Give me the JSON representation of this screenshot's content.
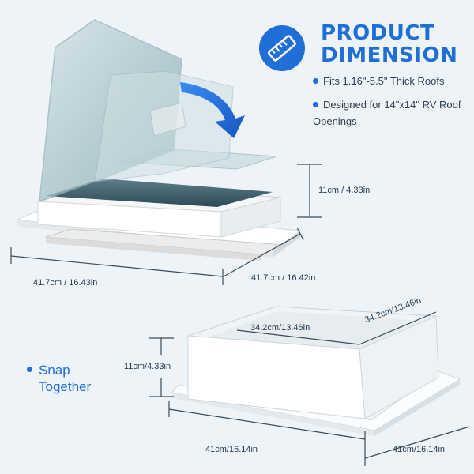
{
  "header": {
    "title_line1": "PRODUCT",
    "title_line2": "DIMENSION",
    "icon": "ruler-icon"
  },
  "features": [
    {
      "text": "Fits 1.16\"-5.5\" Thick Roofs"
    },
    {
      "text": "Designed for 14\"x14\" RV Roof Openings"
    }
  ],
  "top_product": {
    "height": "11cm / 4.33in",
    "width": "41.7cm / 16.43in",
    "depth": "41.7cm / 16.42in"
  },
  "bottom_product": {
    "top_width": "34.2cm/13.46in",
    "top_depth": "34.2cm/13.46in",
    "height": "11cm/4.33in",
    "base_width": "41cm/16.14in",
    "base_depth": "41cm/16.14in"
  },
  "snap": {
    "line1": "Snap",
    "line2": "Together"
  },
  "colors": {
    "accent": "#1f6fd6",
    "background": "#eef3f7",
    "lid": "#7fa9b3"
  }
}
